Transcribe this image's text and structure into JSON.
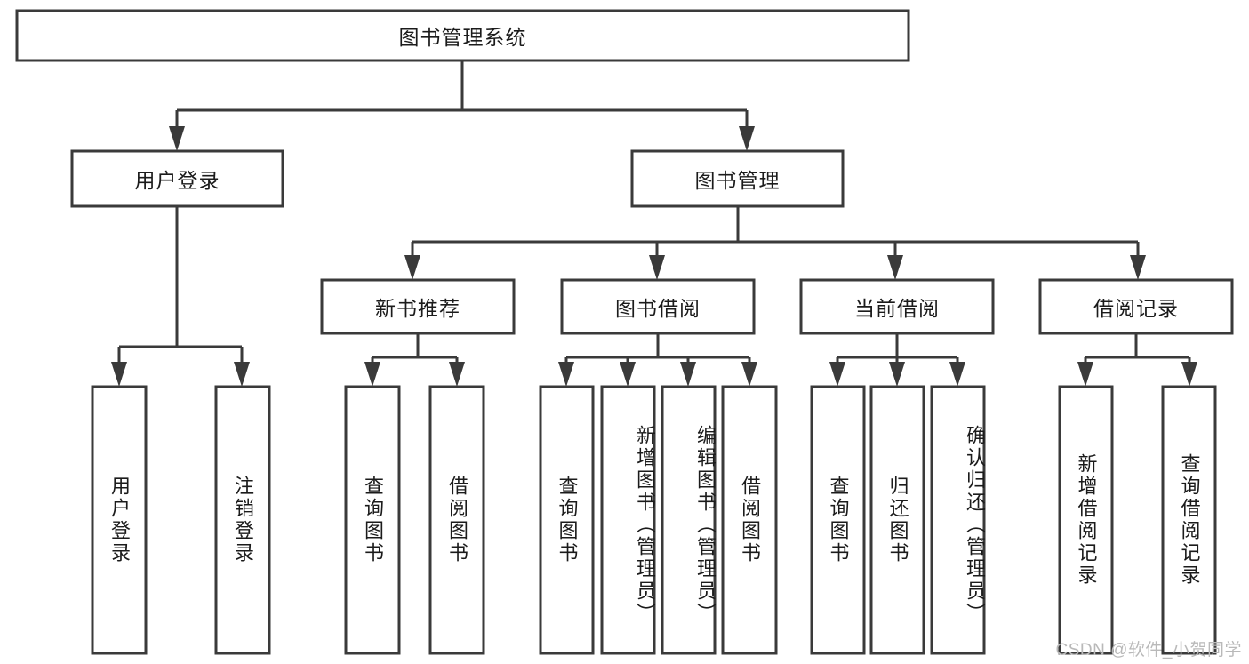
{
  "diagram": {
    "title": "图书管理系统",
    "type": "tree",
    "watermark": "CSDN @软件_小贺同学",
    "colors": {
      "box_stroke": "#3a3a3a",
      "box_fill": "#ffffff",
      "text": "#1b1b1b",
      "watermark": "#b9b9b9",
      "background": "#ffffff"
    },
    "levels": {
      "root": {
        "label": "图书管理系统"
      },
      "level2": [
        {
          "id": "user-login",
          "label": "用户登录"
        },
        {
          "id": "book-management",
          "label": "图书管理"
        }
      ],
      "level3": [
        {
          "id": "new-book-recommend",
          "label": "新书推荐",
          "parent": "book-management"
        },
        {
          "id": "book-borrow",
          "label": "图书借阅",
          "parent": "book-management"
        },
        {
          "id": "current-borrow",
          "label": "当前借阅",
          "parent": "book-management"
        },
        {
          "id": "borrow-record",
          "label": "借阅记录",
          "parent": "book-management"
        }
      ],
      "leaves": [
        {
          "id": "leaf-user-login",
          "label": "用户登录",
          "parent": "user-login"
        },
        {
          "id": "leaf-logout",
          "label": "注销登录",
          "parent": "user-login"
        },
        {
          "id": "leaf-query-book-1",
          "label": "查询图书",
          "parent": "new-book-recommend"
        },
        {
          "id": "leaf-borrow-book-1",
          "label": "借阅图书",
          "parent": "new-book-recommend"
        },
        {
          "id": "leaf-query-book-2",
          "label": "查询图书",
          "parent": "book-borrow"
        },
        {
          "id": "leaf-add-book",
          "label": "新增图书（管理员）",
          "parent": "book-borrow"
        },
        {
          "id": "leaf-edit-book",
          "label": "编辑图书（管理员）",
          "parent": "book-borrow"
        },
        {
          "id": "leaf-borrow-book-2",
          "label": "借阅图书",
          "parent": "book-borrow"
        },
        {
          "id": "leaf-query-book-3",
          "label": "查询图书",
          "parent": "current-borrow"
        },
        {
          "id": "leaf-return-book",
          "label": "归还图书",
          "parent": "current-borrow"
        },
        {
          "id": "leaf-confirm-return",
          "label": "确认归还（管理员）",
          "parent": "current-borrow"
        },
        {
          "id": "leaf-add-record",
          "label": "新增借阅记录",
          "parent": "borrow-record"
        },
        {
          "id": "leaf-query-record",
          "label": "查询借阅记录",
          "parent": "borrow-record"
        }
      ]
    }
  }
}
